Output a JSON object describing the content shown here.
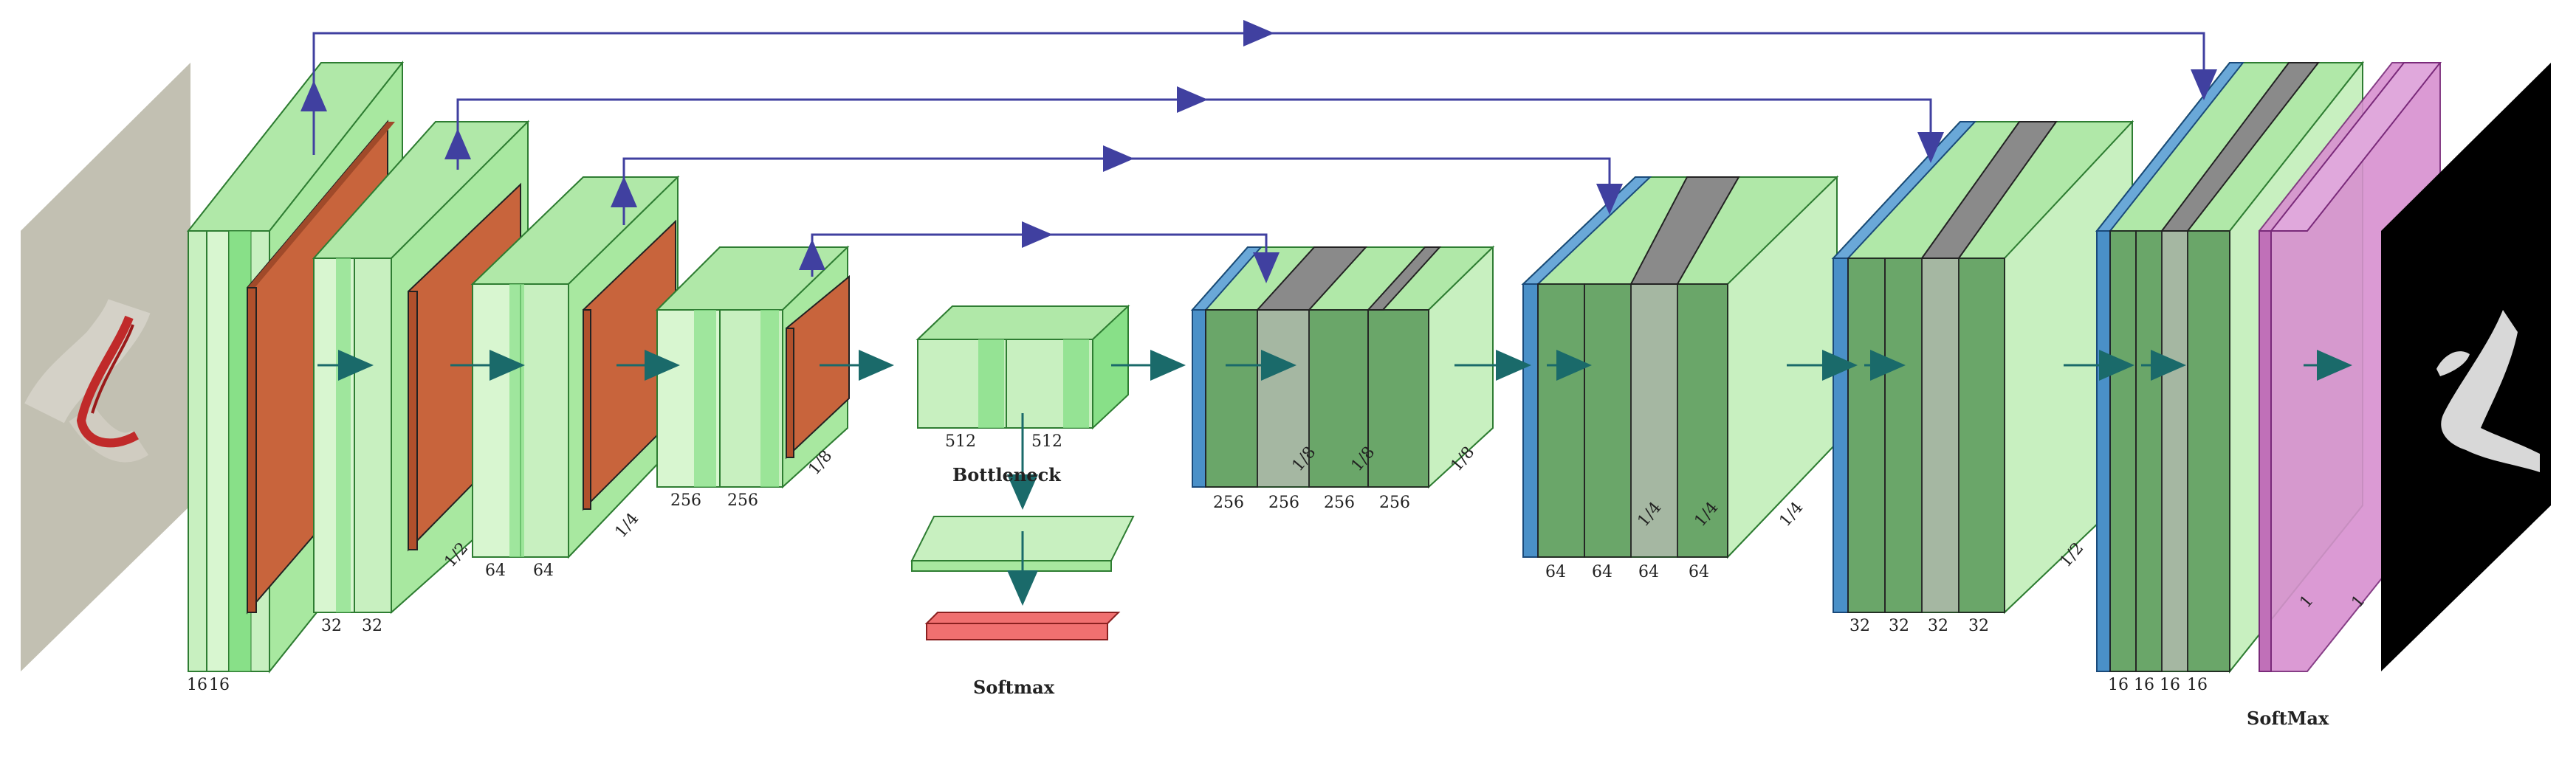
{
  "colors": {
    "green_light": "#c8f0c0",
    "green_mid": "#88e088",
    "green_edge": "#2e7d32",
    "orange": "#c8643c",
    "blue": "#4a90c8",
    "gray": "#8a8a8a",
    "decoder_green": "#5a9a5a",
    "pink": "#d890d0",
    "red": "#f07070",
    "skip_arrow": "#4040a0",
    "flow_arrow": "#1a6a6a"
  },
  "labels": {
    "enc1_a": "16",
    "enc1_b": "16",
    "enc2_a": "32",
    "enc2_b": "32",
    "enc3_scale": "1/2",
    "enc3_a": "64",
    "enc3_b": "64",
    "enc3_side": "1/4",
    "enc4_a": "256",
    "enc4_b": "256",
    "enc4_scale": "1/8",
    "bott_a": "512",
    "bott_b": "512",
    "dec1_a": "256",
    "dec1_b": "256",
    "dec1_c": "256",
    "dec1_d": "256",
    "dec1_s1": "1/8",
    "dec1_s2": "1/8",
    "dec1_s3": "1/8",
    "dec2_a": "64",
    "dec2_b": "64",
    "dec2_c": "64",
    "dec2_d": "64",
    "dec2_s1": "1/4",
    "dec2_s2": "1/4",
    "dec2_s3": "1/4",
    "dec3_a": "32",
    "dec3_b": "32",
    "dec3_c": "32",
    "dec3_d": "32",
    "dec3_s": "1/2",
    "dec4_a": "16",
    "dec4_b": "16",
    "dec4_c": "16",
    "dec4_d": "16",
    "out_s1": "1",
    "out_s2": "1"
  },
  "captions": {
    "bottleneck": "Bottleneck",
    "softmax": "Softmax",
    "softmax_out": "SoftMax"
  }
}
